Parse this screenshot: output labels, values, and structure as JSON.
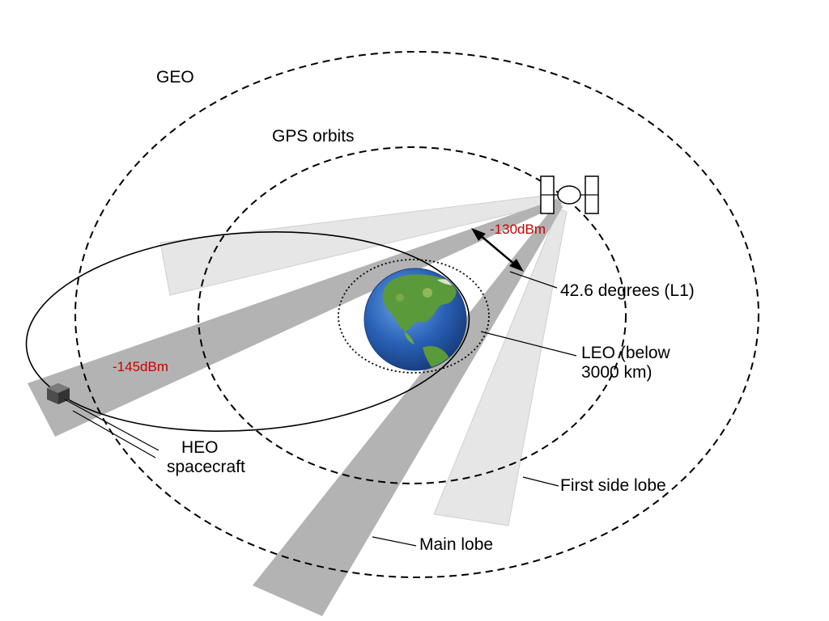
{
  "labels": {
    "geo": "GEO",
    "gps_orbits": "GPS orbits",
    "angle": "42.6 degrees (L1)",
    "leo_line1": "LEO (below",
    "leo_line2": "3000 km)",
    "heo_line1": "HEO",
    "heo_line2": "spacecraft",
    "first_side_lobe": "First side lobe",
    "main_lobe": "Main lobe"
  },
  "signals": {
    "gps_power": "-130dBm",
    "heo_power": "-145dBm"
  },
  "colors": {
    "signal_text": "#cc0000",
    "main_lobe": "#b3b3b3",
    "side_lobe": "#e6e6e6",
    "earth_ocean": "#2a62b8",
    "earth_land": "#5a9a3a"
  },
  "icons": {
    "gps_satellite": "satellite-icon",
    "heo_spacecraft": "spacecraft-icon",
    "earth": "earth-icon"
  }
}
